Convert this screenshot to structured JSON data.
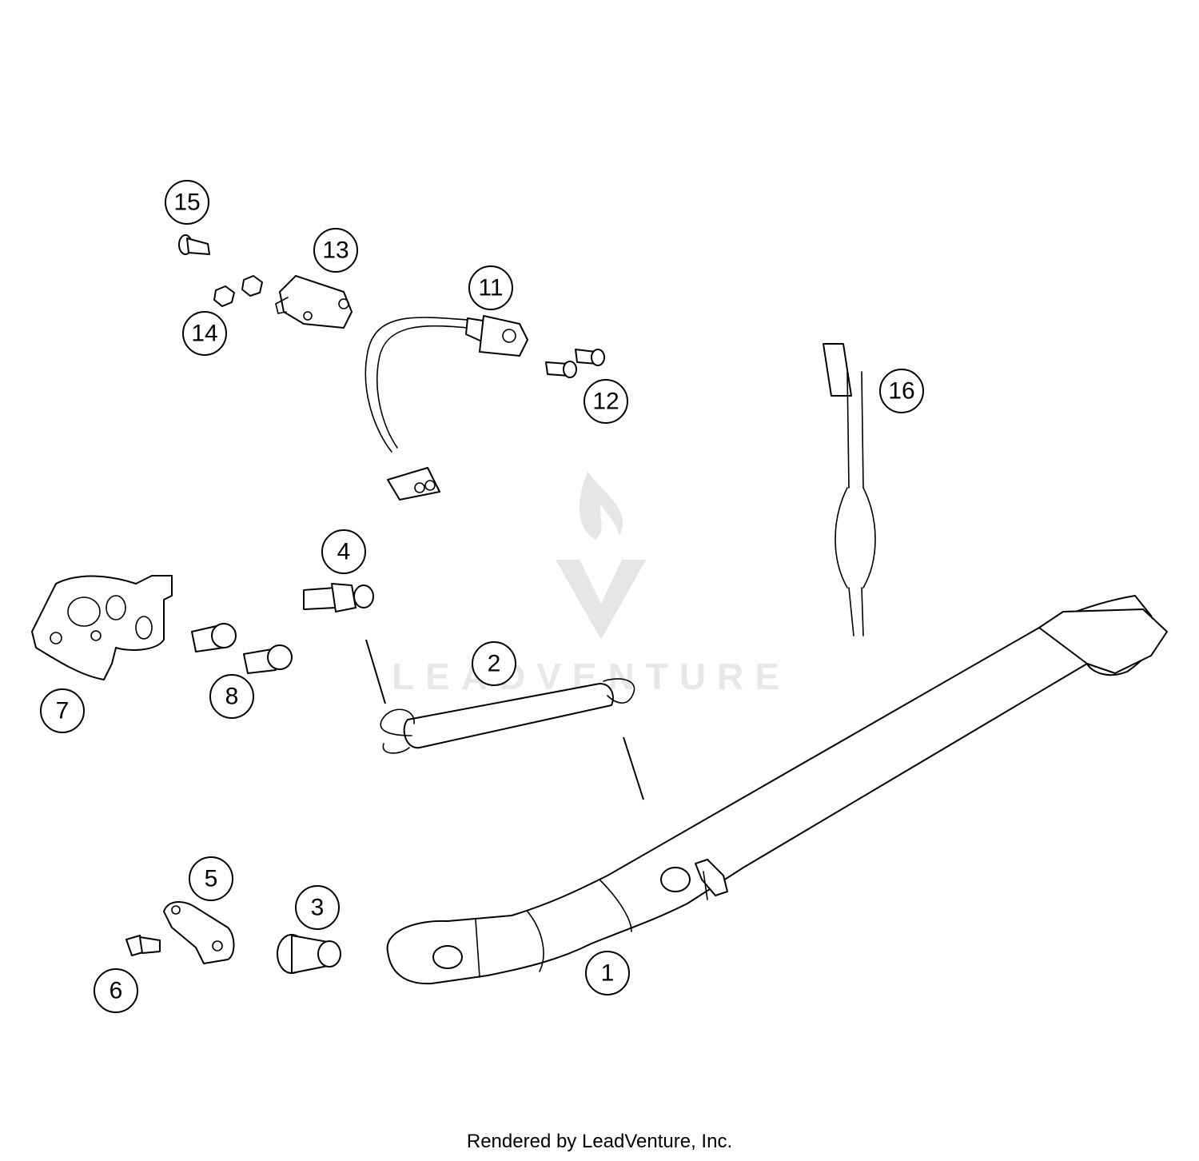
{
  "diagram": {
    "callouts": [
      "1",
      "2",
      "3",
      "4",
      "5",
      "6",
      "7",
      "8",
      "11",
      "12",
      "13",
      "14",
      "15",
      "16"
    ],
    "watermark": "LEADVENTURE",
    "footer": "Rendered by LeadVenture, Inc."
  }
}
